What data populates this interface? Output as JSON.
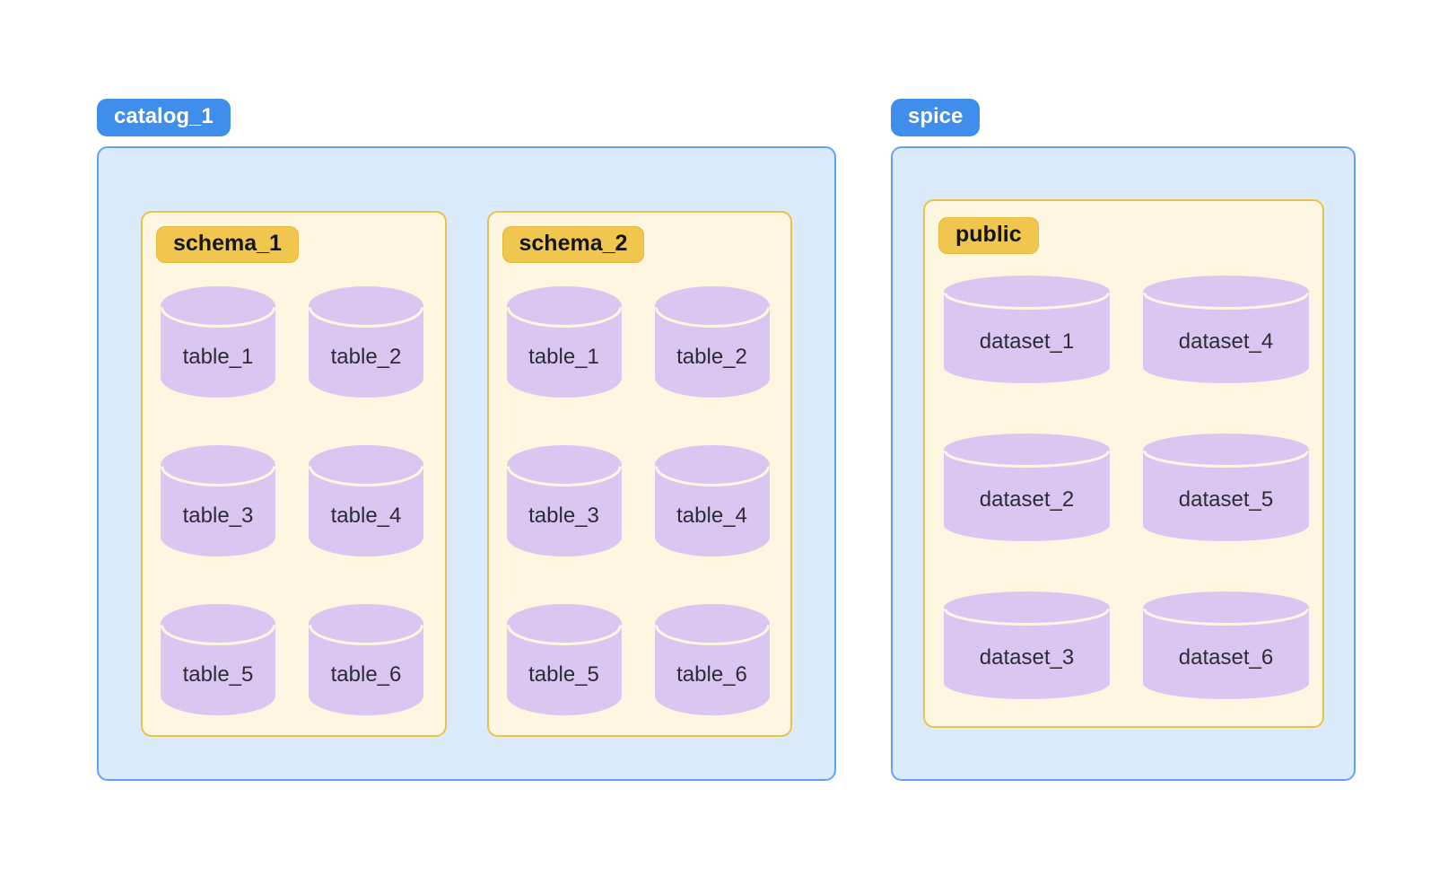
{
  "diagram_title": "database-catalog-hierarchy",
  "colors": {
    "blue_badge_bg": "#3f8eeb",
    "blue_badge_text": "#ffffff",
    "container_fill": "#dcebfc",
    "container_border": "#61a3f3",
    "box_fill": "#fdf6e0",
    "box_border": "#e9c24a",
    "yellow_badge_bg": "#f0c64f",
    "yellow_badge_border": "#e6b93f",
    "yellow_badge_text": "#15151c",
    "cylinder_fill": "#d9c7f1",
    "cylinder_seam": "#fdf6e0",
    "label_text": "#2d2c34"
  },
  "groups": [
    {
      "id": "catalog_1",
      "label": "catalog_1",
      "boxes": [
        {
          "id": "schema_1",
          "label": "schema_1",
          "item_type": "table",
          "flow": "row",
          "items": [
            "table_1",
            "table_2",
            "table_3",
            "table_4",
            "table_5",
            "table_6"
          ]
        },
        {
          "id": "schema_2",
          "label": "schema_2",
          "item_type": "table",
          "flow": "row",
          "items": [
            "table_1",
            "table_2",
            "table_3",
            "table_4",
            "table_5",
            "table_6"
          ]
        }
      ]
    },
    {
      "id": "spice",
      "label": "spice",
      "boxes": [
        {
          "id": "public",
          "label": "public",
          "item_type": "dataset",
          "flow": "column",
          "items": [
            "dataset_1",
            "dataset_2",
            "dataset_3",
            "dataset_4",
            "dataset_5",
            "dataset_6"
          ]
        }
      ]
    }
  ]
}
